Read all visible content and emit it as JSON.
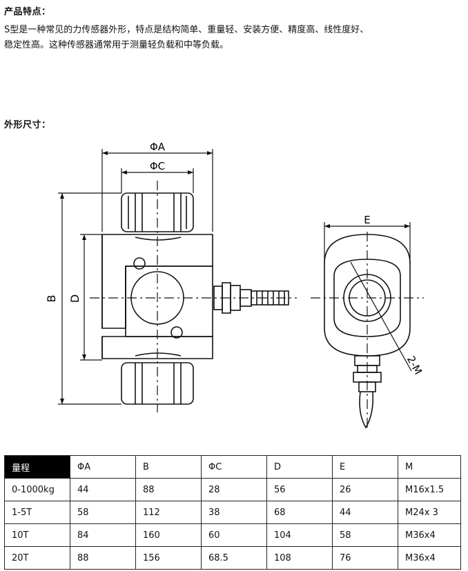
{
  "features": {
    "heading": "产品特点：",
    "line1": "S型是一种常见的力传感器外形，特点是结构简单、重量轻、安装方便、精度高、线性度好、",
    "line2": "稳定性高。这种传感器通常用于测量轻负载和中等负载。"
  },
  "dimensions_heading": "外形尺寸：",
  "drawing": {
    "label_A": "ΦA",
    "label_C": "ΦC",
    "label_B": "B",
    "label_D": "D",
    "label_E": "E",
    "label_M": "2-M"
  },
  "table": {
    "headers": [
      "量程",
      "ΦA",
      "B",
      "ΦC",
      "D",
      "E",
      "M"
    ],
    "rows": [
      [
        "0-1000kg",
        "44",
        "88",
        "28",
        "56",
        "26",
        "M16x1.5"
      ],
      [
        "1-5T",
        "58",
        "112",
        "38",
        "68",
        "44",
        "M24x 3"
      ],
      [
        "10T",
        "84",
        "160",
        "60",
        "104",
        "58",
        "M36x4"
      ],
      [
        "20T",
        "88",
        "156",
        "68.5",
        "108",
        "76",
        "M36x4"
      ]
    ]
  }
}
